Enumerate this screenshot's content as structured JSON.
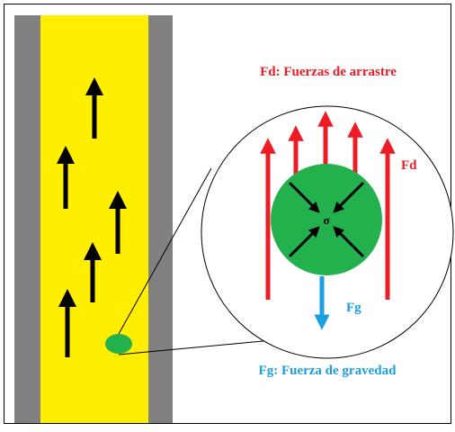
{
  "labels": {
    "fd_legend": "Fd: Fuerzas de arrastre",
    "fd_short": "Fd",
    "fg_short": "Fg",
    "fg_legend": "Fg: Fuerza de gravedad",
    "sigma": "σ"
  },
  "colors": {
    "frame_border": "#000000",
    "pipe_wall": "#808080",
    "fluid": "#ffee00",
    "particle": "#22b14c",
    "drag_arrow": "#ed1c24",
    "gravity_arrow": "#1a9fe0",
    "flow_arrow": "#000000",
    "stress_arrow": "#000000",
    "fd_text": "#ed1c24",
    "fg_text": "#1a9fe0"
  },
  "icons": {
    "flow_arrow": "up-arrow-icon",
    "drag_arrow": "up-arrow-icon",
    "gravity_arrow": "down-arrow-icon",
    "stress_arrow": "diagonal-arrow-icon"
  }
}
